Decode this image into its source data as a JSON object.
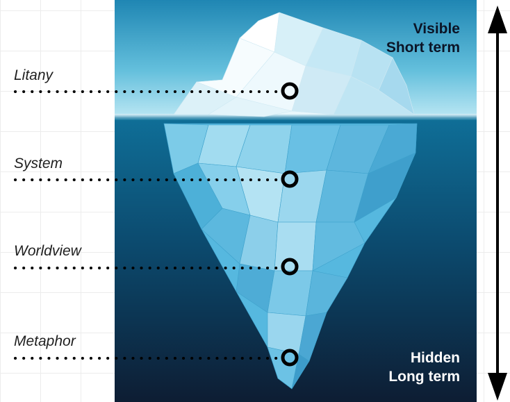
{
  "levels": [
    {
      "label": "Litany"
    },
    {
      "label": "System"
    },
    {
      "label": "Worldview"
    },
    {
      "label": "Metaphor"
    }
  ],
  "top_label": {
    "line1": "Visible",
    "line2": "Short term"
  },
  "bottom_label": {
    "line1": "Hidden",
    "line2": "Long term"
  },
  "colors": {
    "sky_top": "#2b94bd",
    "sky_bottom": "#aee0f0",
    "water_top": "#0f6d94",
    "water_bottom": "#0f2540",
    "ice_light": "#e6f6fb",
    "ice_mid": "#6cc7e6",
    "ice_dark": "#2a8fbf",
    "marker": "#000000"
  }
}
